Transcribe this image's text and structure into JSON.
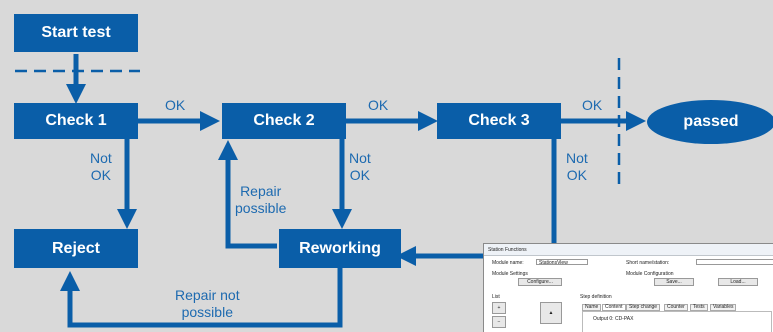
{
  "nodes": {
    "start": "Start test",
    "check1": "Check 1",
    "check2": "Check 2",
    "check3": "Check 3",
    "passed": "passed",
    "reject": "Reject",
    "reworking": "Reworking"
  },
  "edges": {
    "ok_1_2": "OK",
    "ok_2_3": "OK",
    "ok_3_passed": "OK",
    "not_ok_1": [
      "Not",
      "OK"
    ],
    "not_ok_2": [
      "Not",
      "OK"
    ],
    "not_ok_3": [
      "Not",
      "OK"
    ],
    "repair_possible": [
      "Repair",
      "possible"
    ],
    "repair_not_possible": [
      "Repair not",
      "possible"
    ]
  },
  "colors": {
    "box": "#0a5ea8",
    "text": "#1d6ab0",
    "background": "#d9d9d9"
  },
  "screenshot": {
    "title": "Station Functions",
    "module_name_label": "Module name:",
    "module_name_value": "StationsView",
    "short_name_label": "Short name/station:",
    "module_settings_label": "Module Settings",
    "configure_button": "Configure...",
    "module_configuration_label": "Module Configuration",
    "save_button": "Save...",
    "load_button": "Load...",
    "list_label": "List",
    "step_definition_label": "Step definition",
    "tabs": [
      "Name",
      "Content",
      "Step change",
      "Counter",
      "Tests",
      "Variables"
    ],
    "output_label": "Output 0: CD-PAX"
  }
}
